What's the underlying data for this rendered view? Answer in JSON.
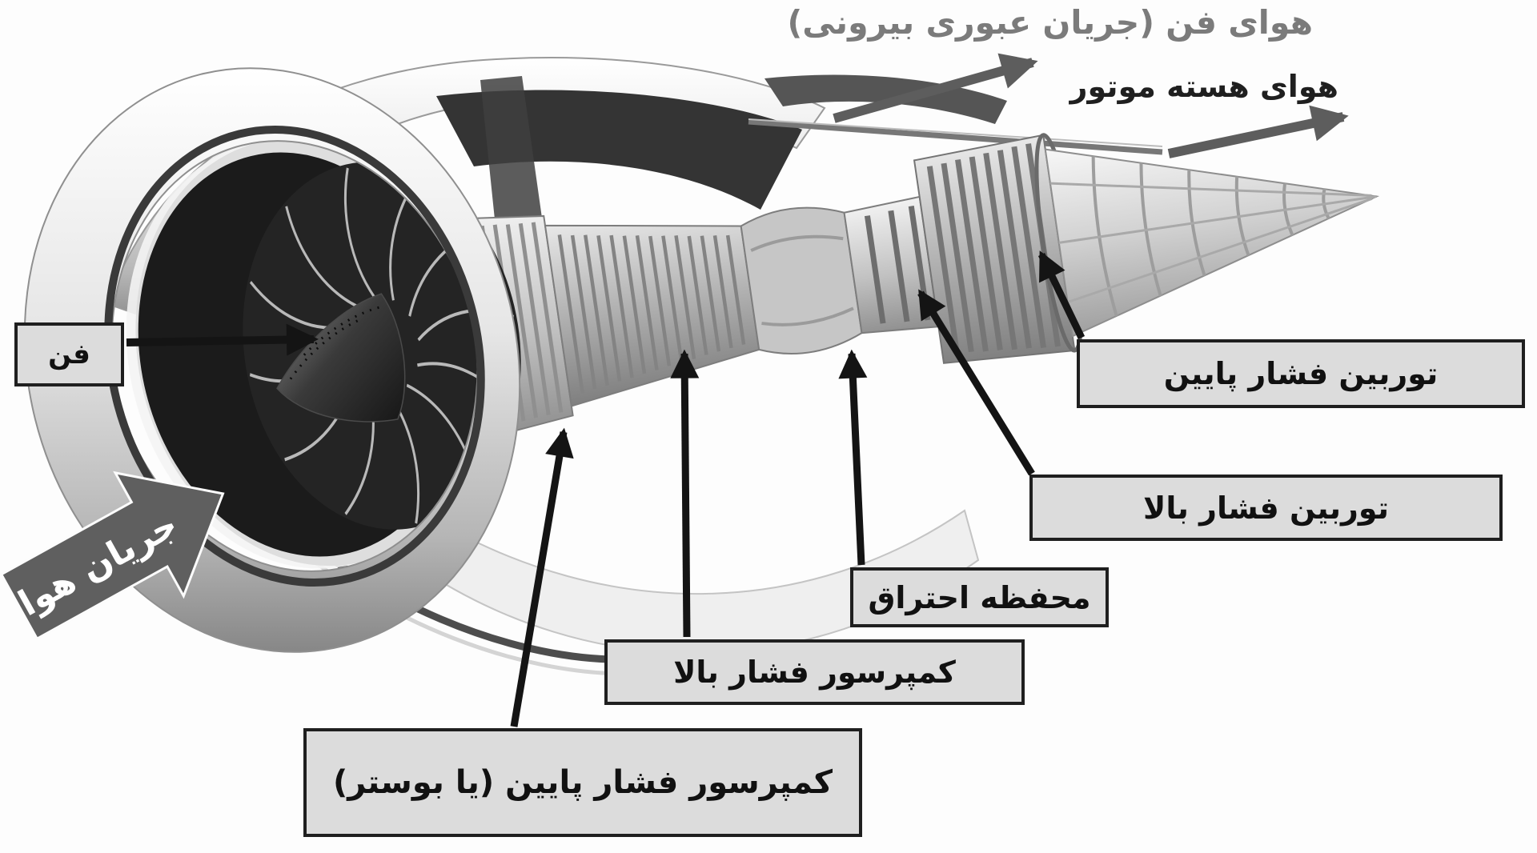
{
  "diagram": {
    "subject": "turbofan-engine-cutaway",
    "part_labels": {
      "fan": "فن",
      "low_pressure_turbine": "توربین فشار پایین",
      "high_pressure_turbine": "توربین فشار بالا",
      "combustion_chamber": "محفظه احتراق",
      "high_pressure_compressor": "کمپرسور فشار بالا",
      "low_pressure_compressor": "کمپرسور فشار پایین (یا بوستر)"
    },
    "flow_labels": {
      "fan_air": "هوای فن (جریان عبوری بیرونی)",
      "core_air": "هوای هسته موتور",
      "airflow": "جریان هوا"
    },
    "colors": {
      "background": "#fdfdfd",
      "box_fill": "#dcdcdc",
      "box_border": "#1f1f1f",
      "label_text": "#111111",
      "fan_air_text": "#7b7b7b",
      "core_air_text": "#1f1f1f",
      "flow_arrow": "#5d5d5d",
      "pointer_arrow": "#141414",
      "airflow_arrow_fill": "#5f5f5f",
      "airflow_arrow_text": "#ffffff"
    }
  }
}
